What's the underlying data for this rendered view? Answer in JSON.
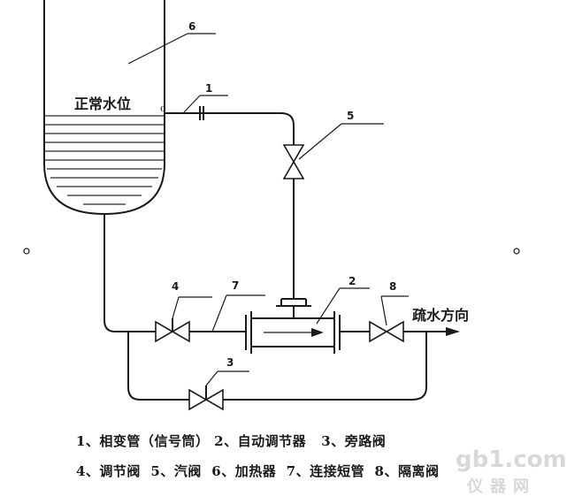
{
  "labels": {
    "water_level": "正常水位",
    "flow_direction": "疏水方向",
    "small_o": "o"
  },
  "numbers": {
    "n1": "1",
    "n2": "2",
    "n3": "3",
    "n4": "4",
    "n5": "5",
    "n6": "6",
    "n7": "7",
    "n8": "8"
  },
  "legend": {
    "line1": "1、相变管（信号筒） 2、自动调节器   3、旁路阀",
    "line2": "4、调节阀  5、汽阀  6、加热器  7、连接短管  8、隔离阀"
  },
  "watermark": {
    "top": "gb1.com",
    "bottom": "仪器网"
  },
  "colors": {
    "line": "#1a1a1a",
    "background": "#ffffff",
    "watermark": "#d8d8d8"
  }
}
